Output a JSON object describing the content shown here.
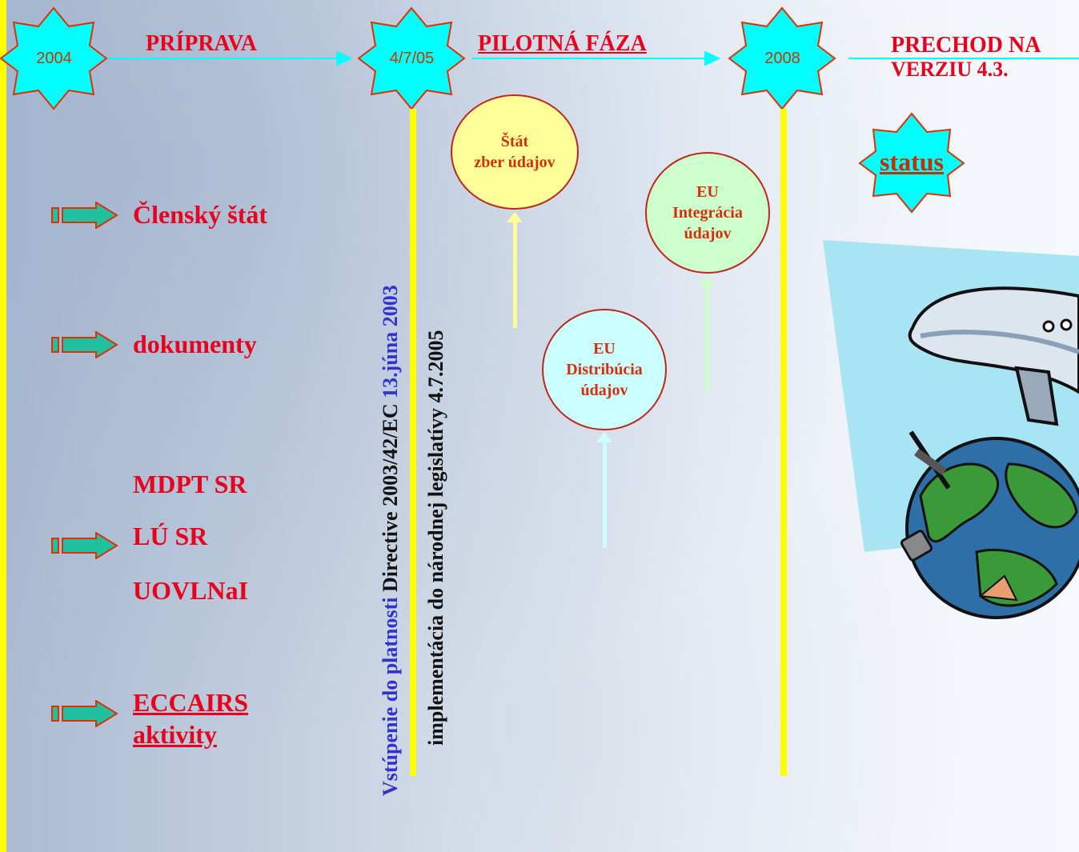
{
  "timeline": {
    "milestones": [
      {
        "label": "2004"
      },
      {
        "label": "4/7/05"
      },
      {
        "label": "2008"
      }
    ],
    "phases": [
      {
        "label": "PRÍPRAVA"
      },
      {
        "label": "PILOTNÁ FÁZA"
      },
      {
        "label_line1": "PRECHOD NA",
        "label_line2": "VERZIU 4.3."
      }
    ],
    "directive_text": {
      "part1": "Vstúpenie do platnosti",
      "part2": " Directive 2003/42/EC ",
      "part3": "13.júna 2003"
    },
    "implementation_text": "implementácia do národnej legislatívy 4.7.2005"
  },
  "circles": {
    "stat": {
      "line1": "Štát",
      "line2": "zber údajov"
    },
    "distribucia": {
      "line1": "EU",
      "line2": "Distribúcia",
      "line3": "údajov"
    },
    "integracia": {
      "line1": "EU",
      "line2": "Integrácia",
      "line3": "údajov"
    }
  },
  "status_label": "status",
  "nav": {
    "clensky_stat": "Členský štát",
    "dokumenty": "dokumenty",
    "org1": "MDPT SR",
    "org2": "LÚ SR",
    "org3": "UOVLNaI",
    "eccairs_line1": "ECCAIRS",
    "eccairs_line2": "aktivity"
  },
  "colors": {
    "star_fill": "#00ffff",
    "star_stroke": "#e03000",
    "title_red": "#e8001c",
    "timeline_yellow": "#ffff00",
    "arrow_teal": "#20c0a0",
    "directive_blue": "#3333cc"
  }
}
